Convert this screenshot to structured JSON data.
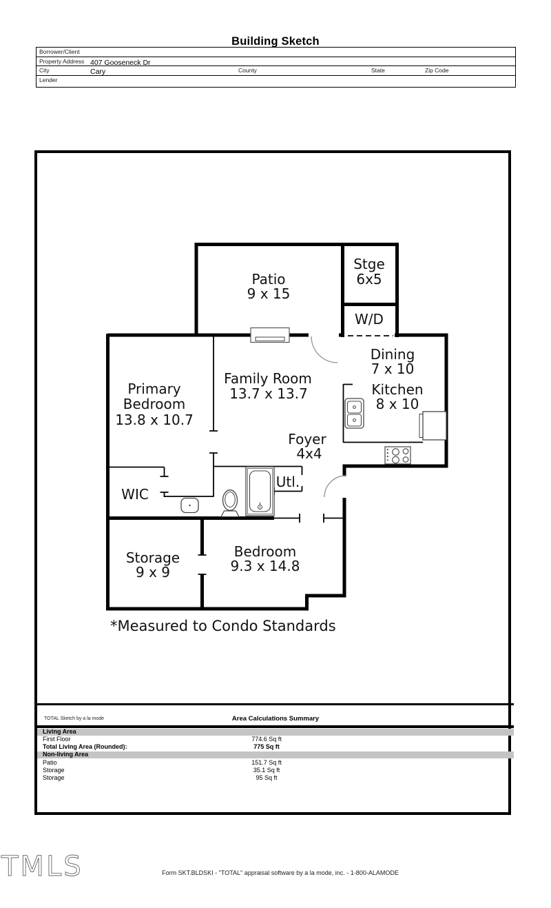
{
  "page": {
    "title": "Building Sketch"
  },
  "header": {
    "borrower_label": "Borrower/Client",
    "property_label": "Property Address",
    "property_value": "407 Gooseneck Dr",
    "city_label": "City",
    "city_value": "Cary",
    "county_label": "County",
    "state_label": "State",
    "zip_label": "Zip Code",
    "lender_label": "Lender"
  },
  "floorplan": {
    "rooms": [
      {
        "name": "Patio",
        "lines": [
          "Patio",
          "9 x 15"
        ]
      },
      {
        "name": "Storage-upper",
        "lines": [
          "Stge",
          "6x5"
        ]
      },
      {
        "name": "Washer-Dryer",
        "lines": [
          "W/D"
        ]
      },
      {
        "name": "Dining",
        "lines": [
          "Dining",
          "7 x 10"
        ]
      },
      {
        "name": "Kitchen",
        "lines": [
          "Kitchen",
          "8 x 10"
        ]
      },
      {
        "name": "Family Room",
        "lines": [
          "Family Room",
          "13.7 x 13.7"
        ]
      },
      {
        "name": "Primary Bedroom",
        "lines": [
          "Primary",
          "Bedroom",
          "13.8 x 10.7"
        ]
      },
      {
        "name": "Foyer",
        "lines": [
          "Foyer",
          "4x4"
        ]
      },
      {
        "name": "WIC",
        "lines": [
          "WIC"
        ]
      },
      {
        "name": "Utility",
        "lines": [
          "Utl."
        ]
      },
      {
        "name": "Storage",
        "lines": [
          "Storage",
          "9 x 9"
        ]
      },
      {
        "name": "Bedroom",
        "lines": [
          "Bedroom",
          "9.3 x 14.8"
        ]
      }
    ],
    "note": "*Measured to Condo Standards"
  },
  "summary": {
    "brand": "TOTAL Sketch by a la mode",
    "title": "Area Calculations Summary",
    "living_header": "Living Area",
    "nonliving_header": "Non-living Area",
    "rows": [
      {
        "label": "First Floor",
        "value": "774.6 Sq ft"
      },
      {
        "label": "Total Living Area (Rounded):",
        "value": "775 Sq ft"
      },
      {
        "label": "Patio",
        "value": "151.7 Sq ft"
      },
      {
        "label": "Storage",
        "value": "35.1 Sq ft"
      },
      {
        "label": "Storage",
        "value": "95 Sq ft"
      }
    ]
  },
  "footer": {
    "logo_text": "TMLS",
    "form_text": "Form SKT.BLDSKI - \"TOTAL\" appraisal software by a la mode, inc. - 1-800-ALAMODE"
  },
  "colors": {
    "wall": "#000000",
    "band_gray": "#c4c4c4",
    "door_arc": "#999999"
  }
}
